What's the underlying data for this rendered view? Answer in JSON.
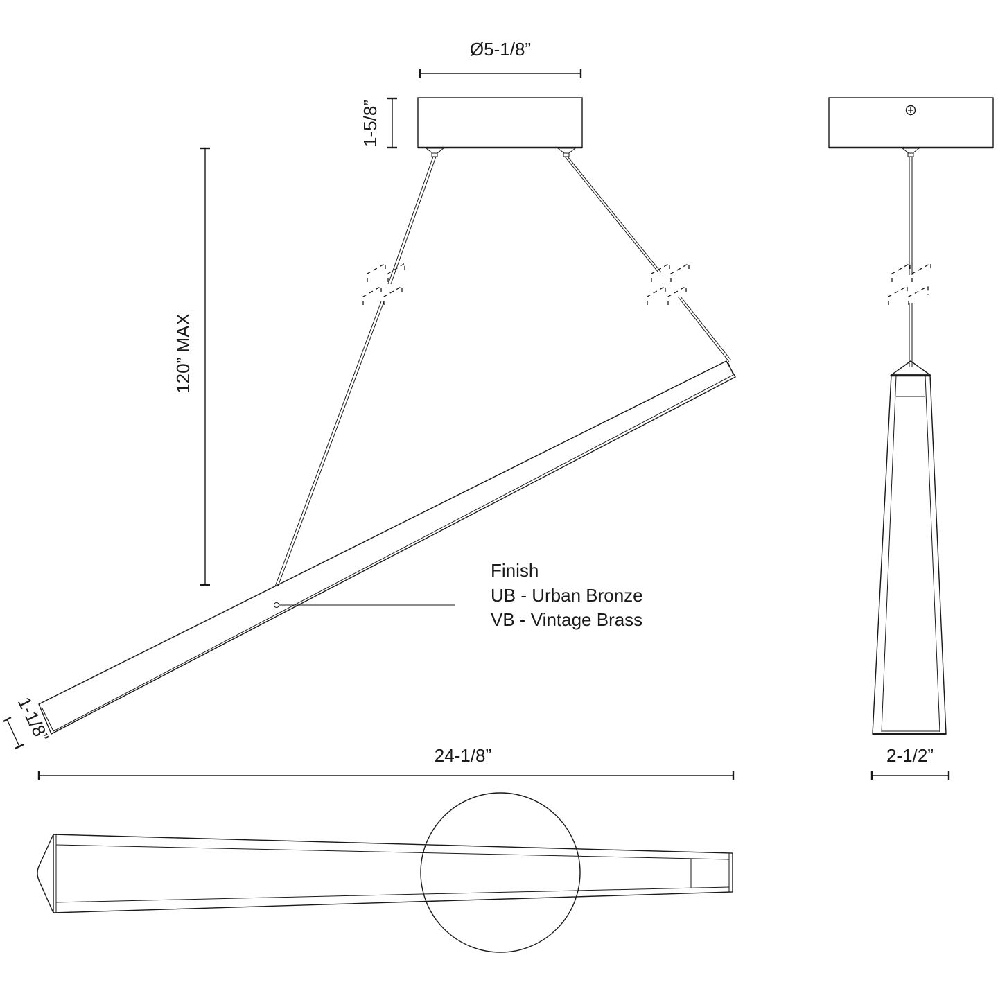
{
  "drawing": {
    "title": "Linear pendant dimension drawing",
    "views": [
      "front-view",
      "side-view",
      "top-view"
    ]
  },
  "dimensions": {
    "canopy_diameter": "Ø5-1/8”",
    "canopy_height": "1-5/8”",
    "overall_height": "120” MAX",
    "body_height": "1-1/8”",
    "overall_length": "24-1/8”",
    "body_width": "2-1/2”"
  },
  "finish_note": {
    "title": "Finish",
    "options": [
      "UB - Urban Bronze",
      "VB - Vintage Brass"
    ]
  },
  "colors": {
    "line": "#1a1a1a",
    "background": "#ffffff"
  }
}
